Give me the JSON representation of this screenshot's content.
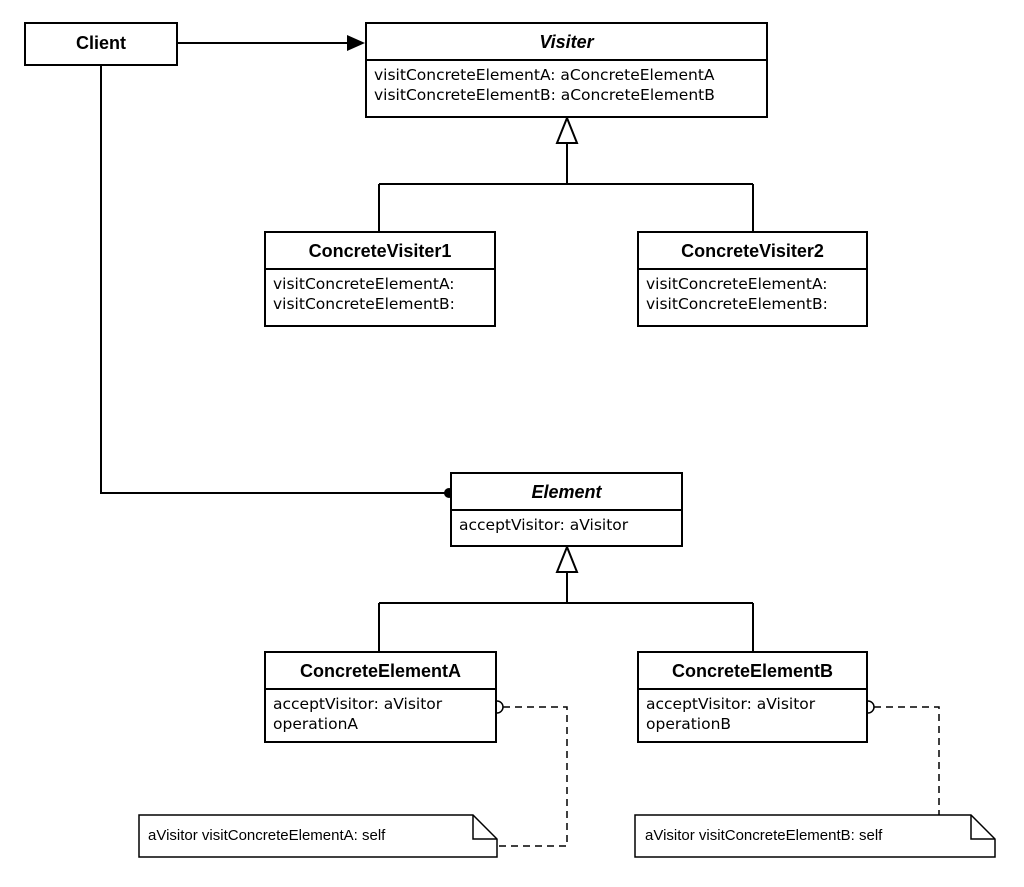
{
  "client": {
    "label": "Client"
  },
  "visiter": {
    "name": "Visiter",
    "operations": [
      "visitConcreteElementA: aConcreteElementA",
      "visitConcreteElementB: aConcreteElementB"
    ]
  },
  "concrete_visiter1": {
    "name": "ConcreteVisiter1",
    "operations": [
      "visitConcreteElementA:",
      "visitConcreteElementB:"
    ]
  },
  "concrete_visiter2": {
    "name": "ConcreteVisiter2",
    "operations": [
      "visitConcreteElementA:",
      "visitConcreteElementB:"
    ]
  },
  "element": {
    "name": "Element",
    "operations": [
      "acceptVisitor: aVisitor"
    ]
  },
  "concrete_element_a": {
    "name": "ConcreteElementA",
    "operations": [
      "acceptVisitor: aVisitor",
      "operationA"
    ]
  },
  "concrete_element_b": {
    "name": "ConcreteElementB",
    "operations": [
      "acceptVisitor: aVisitor",
      "operationB"
    ]
  },
  "notes": {
    "a": "aVisitor visitConcreteElementA: self",
    "b": "aVisitor visitConcreteElementB: self"
  }
}
